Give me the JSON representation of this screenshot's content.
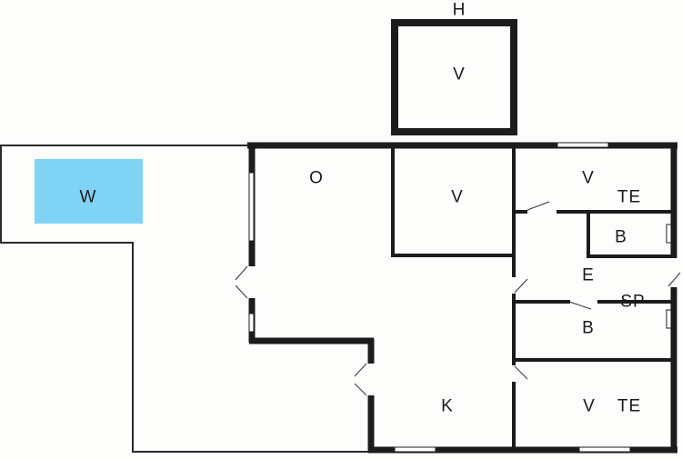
{
  "plan": {
    "type": "floor-plan",
    "colors": {
      "wall": "#1c1c1c",
      "terrace_outline": "#2a2a2a",
      "background": "#fdfdfb",
      "pool": "#7fd4f6"
    },
    "labels": {
      "shed_caption": "H",
      "shed_room": "V",
      "pool": "W",
      "living": "O",
      "center_room": "V",
      "ne_room": "V",
      "ne_room_suffix": "TE",
      "bath_upper": "B",
      "hall": "E",
      "storage": "SP",
      "bath_lower": "B",
      "kitchen": "K",
      "se_room": "V",
      "se_room_suffix": "TE"
    }
  }
}
